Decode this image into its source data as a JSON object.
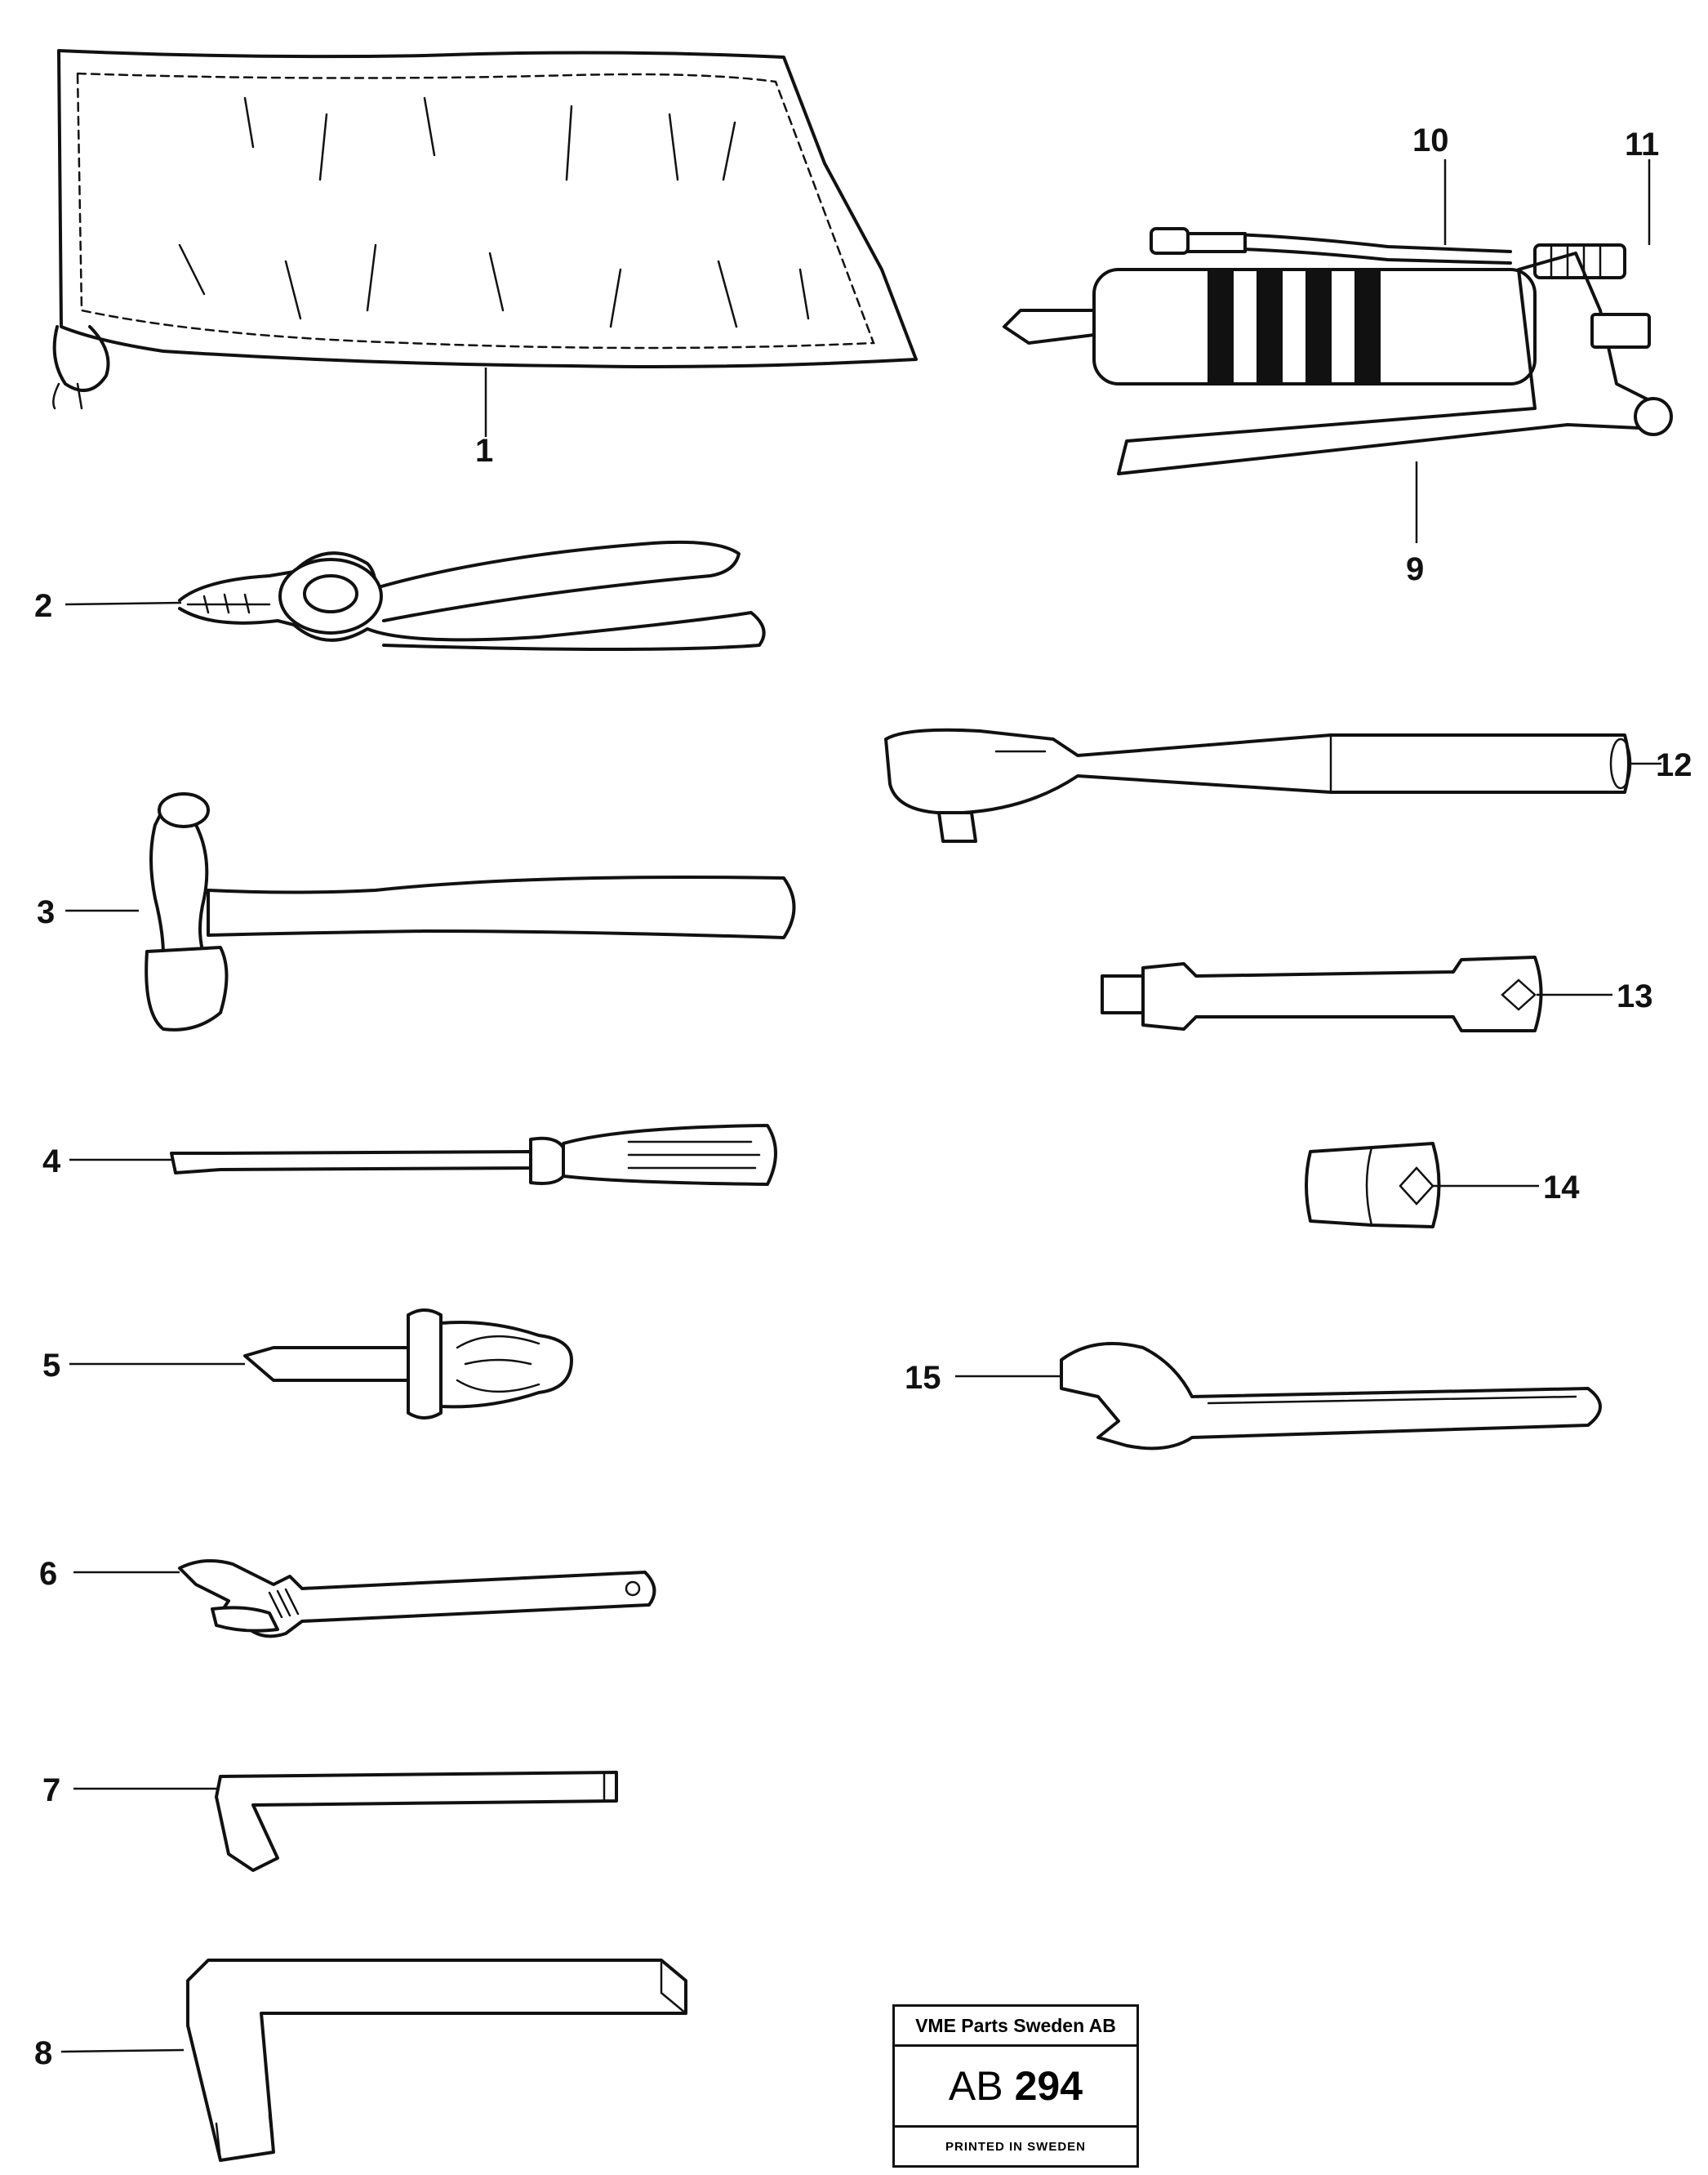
{
  "callouts": [
    {
      "label": "1"
    },
    {
      "label": "2"
    },
    {
      "label": "3"
    },
    {
      "label": "4"
    },
    {
      "label": "5"
    },
    {
      "label": "6"
    },
    {
      "label": "7"
    },
    {
      "label": "8"
    },
    {
      "label": "9"
    },
    {
      "label": "10"
    },
    {
      "label": "11"
    },
    {
      "label": "12"
    },
    {
      "label": "13"
    },
    {
      "label": "14"
    },
    {
      "label": "15"
    }
  ],
  "stamp": {
    "company": "VME Parts Sweden AB",
    "code_prefix": "AB",
    "code_number": "294",
    "footer": "PRINTED IN SWEDEN"
  },
  "icons": [
    "tool-bag-icon",
    "pliers-icon",
    "hammer-icon",
    "flat-screwdriver-icon",
    "cross-screwdriver-icon",
    "adjustable-wrench-icon",
    "small-hex-key-icon",
    "large-hex-key-icon",
    "grease-gun-icon",
    "ratchet-icon",
    "extension-bar-icon",
    "socket-icon",
    "open-end-spanner-icon"
  ]
}
